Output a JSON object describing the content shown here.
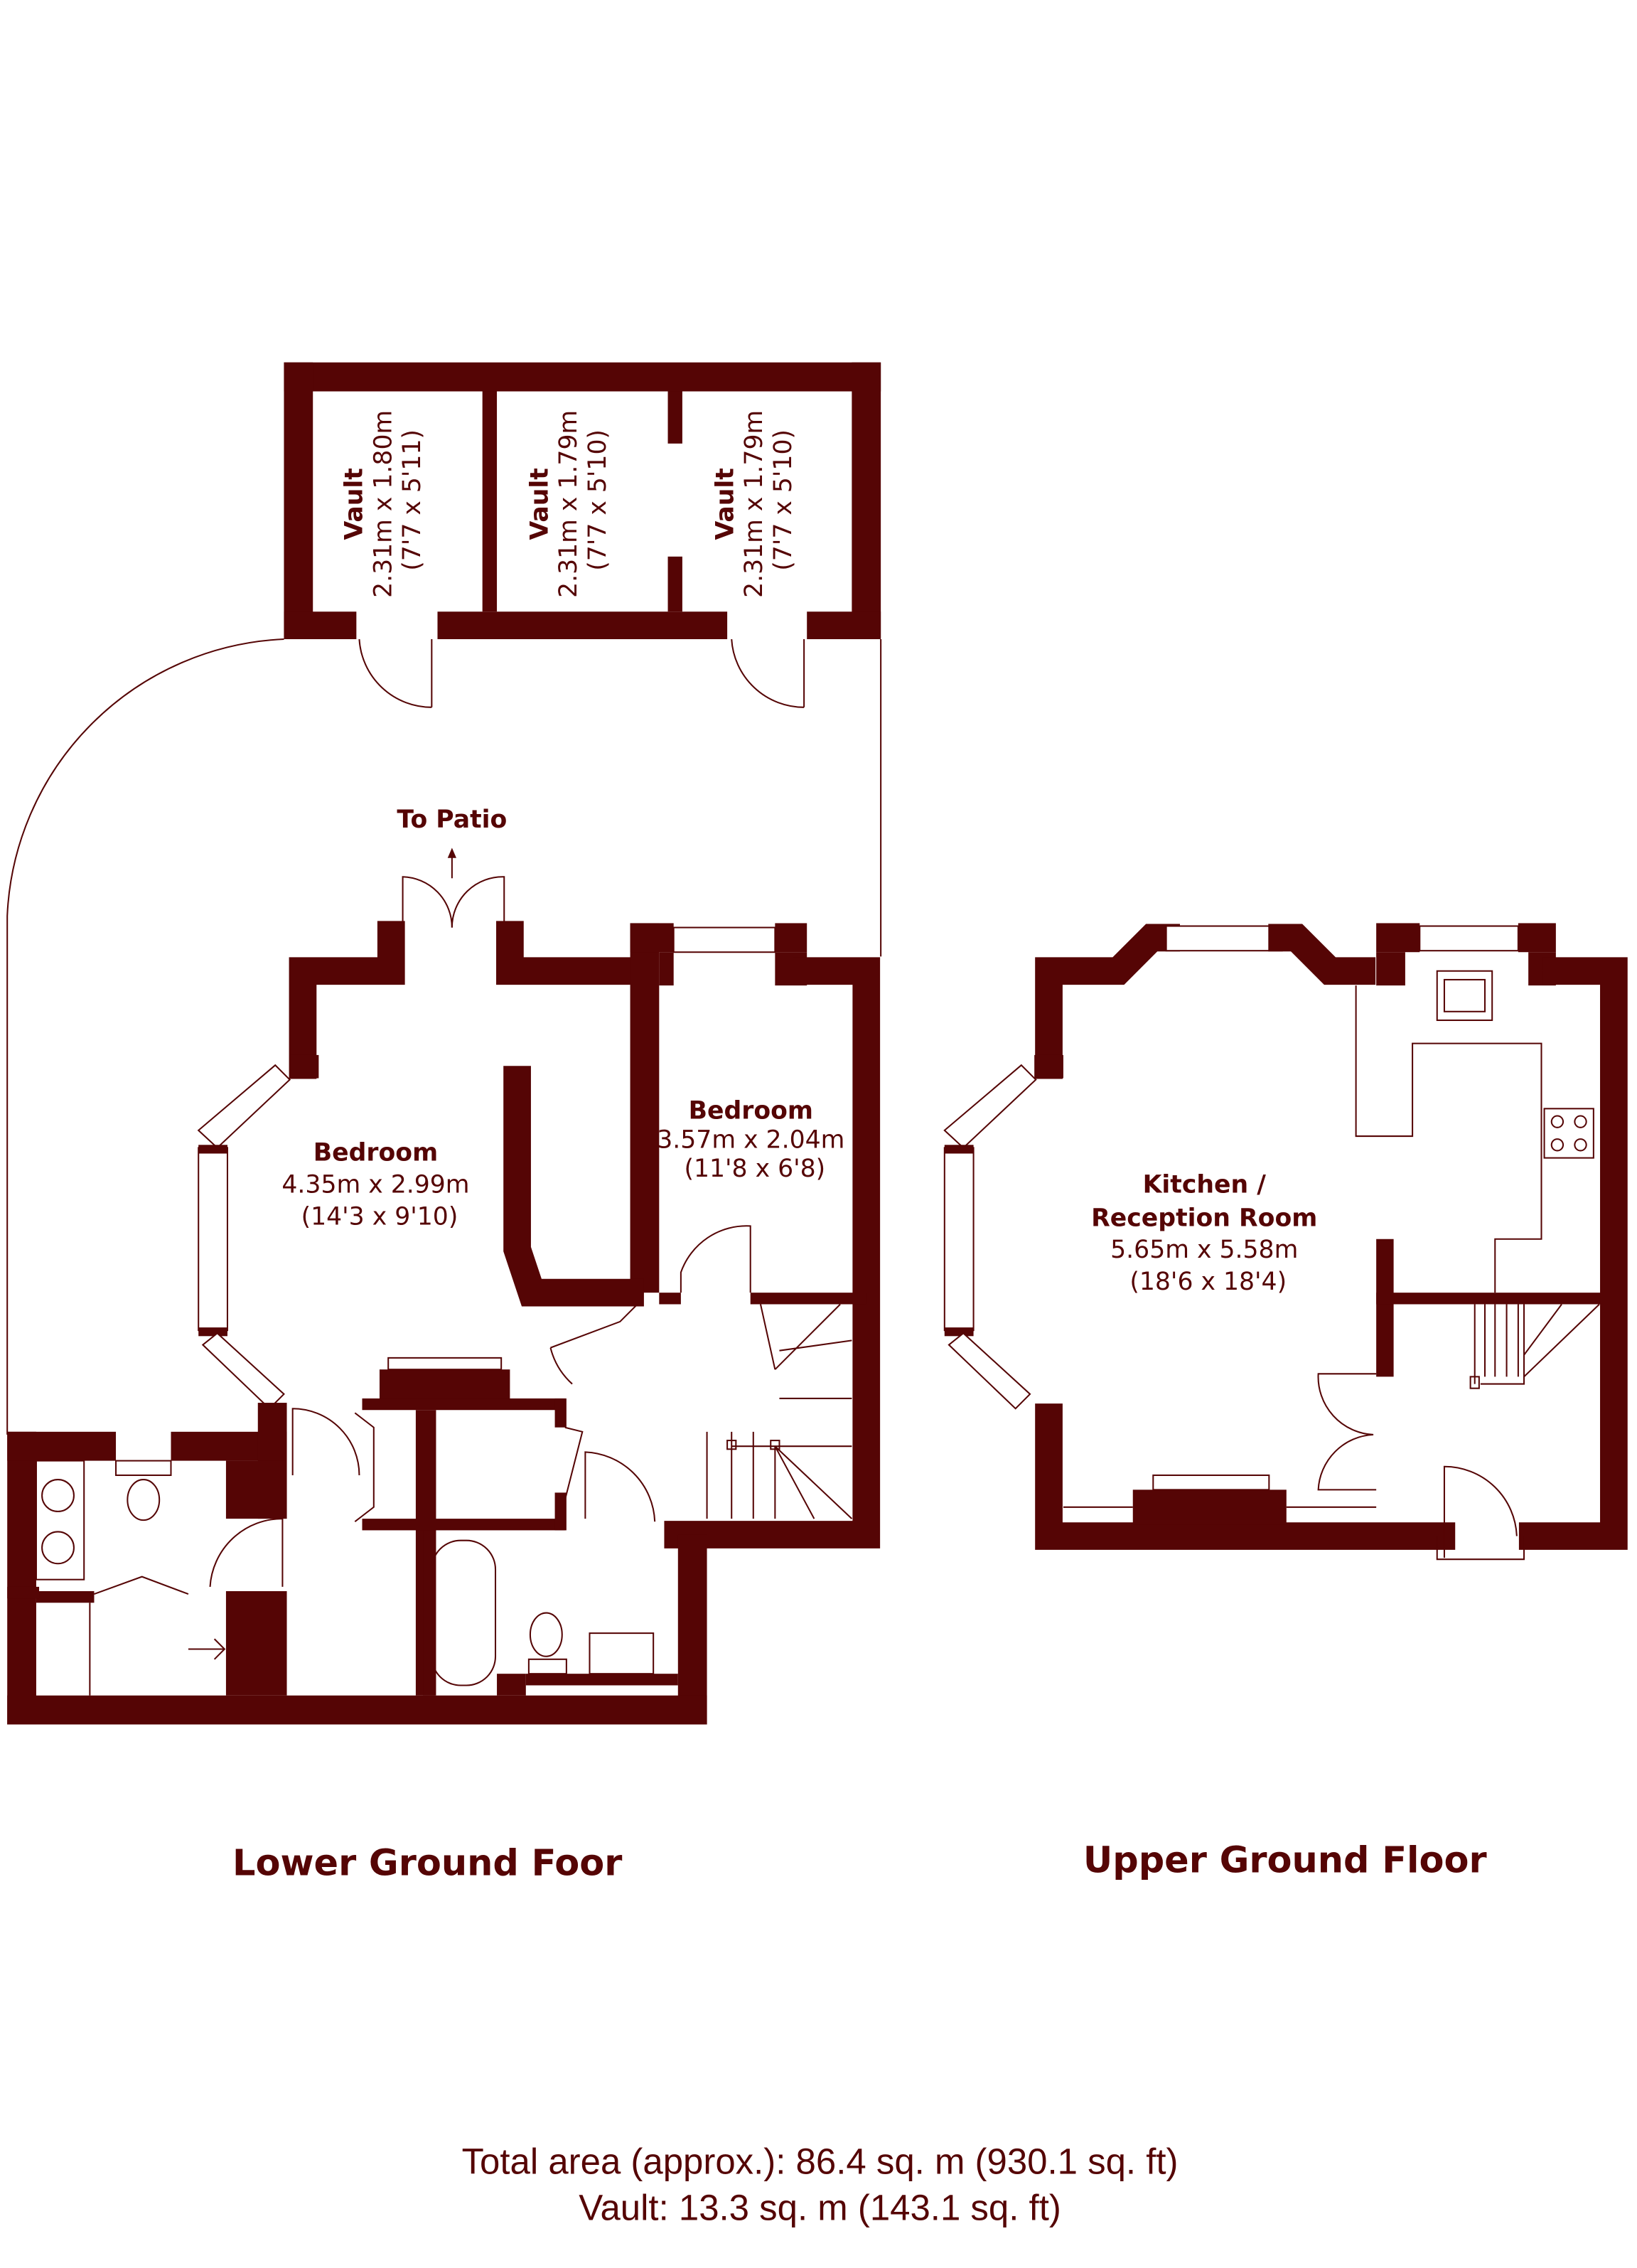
{
  "colors": {
    "wall": "#550505",
    "background": "#ffffff"
  },
  "lower_ground": {
    "title": "Lower Ground Foor",
    "vaults": [
      {
        "name": "Vault",
        "metric": "2.31m x 1.80m",
        "imperial": "(7'7 x 5'11)"
      },
      {
        "name": "Vault",
        "metric": "2.31m x 1.79m",
        "imperial": "(7'7 x 5'10)"
      },
      {
        "name": "Vault",
        "metric": "2.31m x 1.79m",
        "imperial": "(7'7 x 5'10)"
      }
    ],
    "patio_label": "To Patio",
    "bedroom1": {
      "name": "Bedroom",
      "metric": "4.35m x 2.99m",
      "imperial": "(14'3 x 9'10)"
    },
    "bedroom2": {
      "name": "Bedroom",
      "metric": "3.57m x 2.04m",
      "imperial": "(11'8 x 6'8)"
    }
  },
  "upper_ground": {
    "title": "Upper Ground Floor",
    "kitchen": {
      "name_line1": "Kitchen /",
      "name_line2": "Reception Room",
      "metric": "5.65m x 5.58m",
      "imperial": "(18'6 x 18'4)"
    }
  },
  "footer": {
    "total_area": "Total area (approx.): 86.4 sq. m (930.1 sq. ft)",
    "vault_area": "Vault: 13.3 sq. m (143.1 sq. ft)"
  }
}
